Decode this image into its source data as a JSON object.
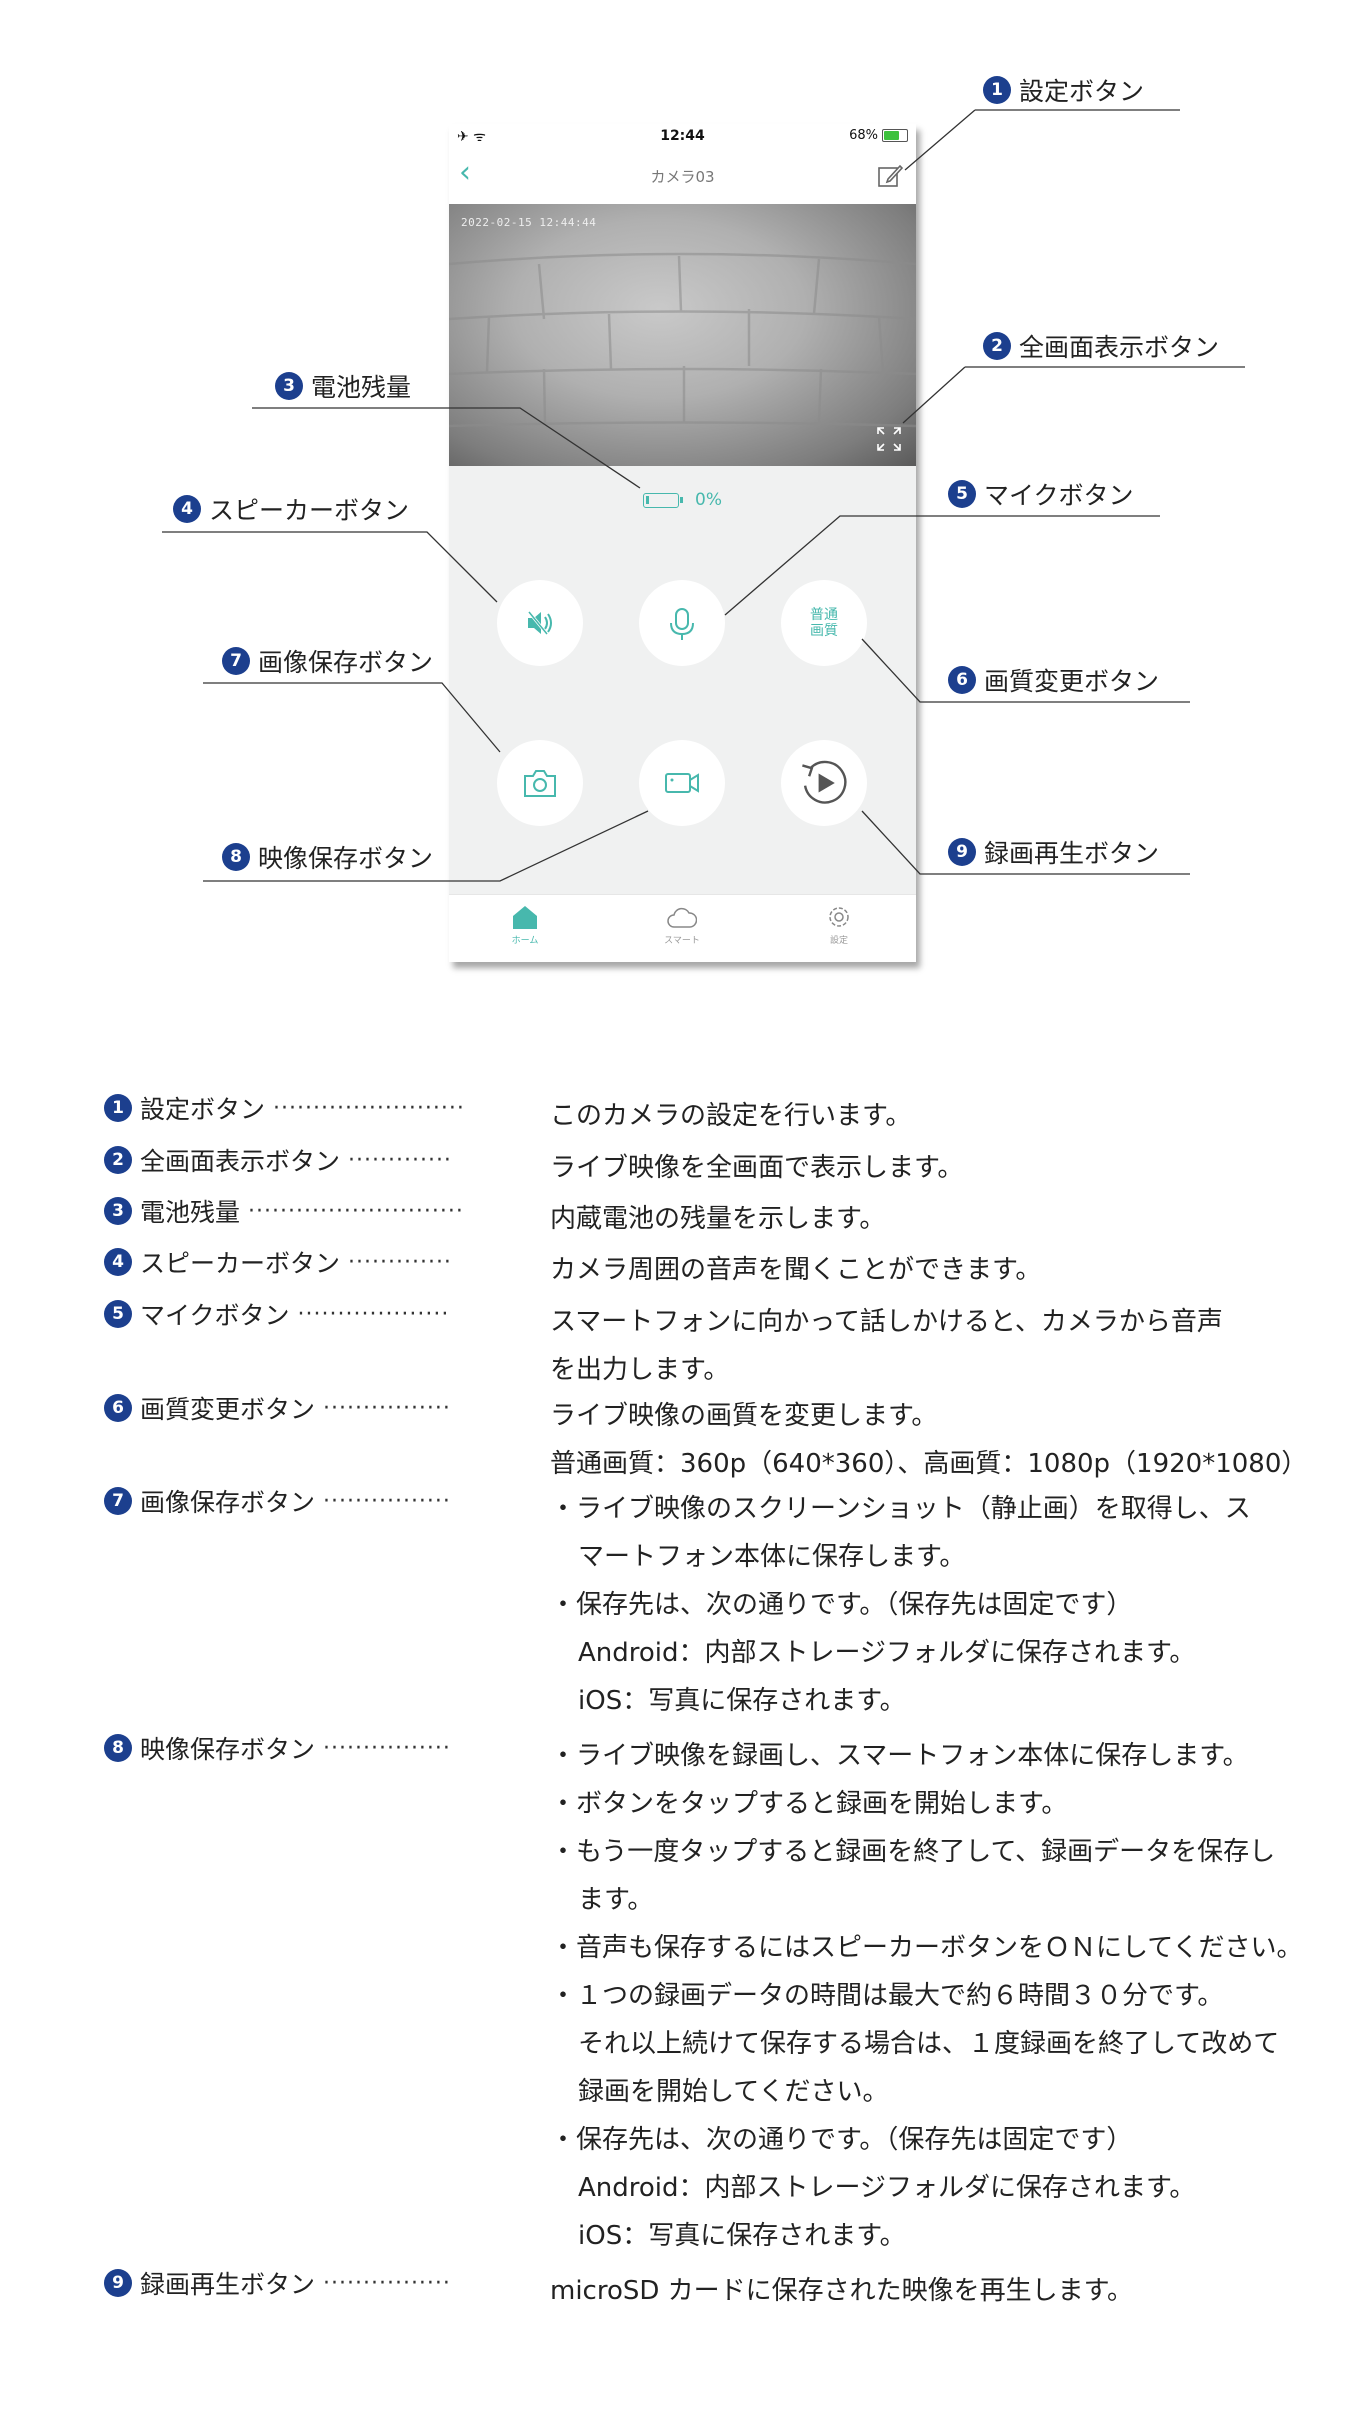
{
  "phone": {
    "status": {
      "left_icons": "✈ ᯤ",
      "time": "12:44",
      "battery": "68%"
    },
    "nav": {
      "back": "‹",
      "title": "カメラ03"
    },
    "video": {
      "timestamp": "2022-02-15 12:44:44"
    },
    "battery_percent": "0%",
    "quality_label_line1": "普通",
    "quality_label_line2": "画質",
    "tabs": [
      {
        "label": "ホーム"
      },
      {
        "label": "スマート"
      },
      {
        "label": "設定"
      }
    ]
  },
  "callouts": [
    {
      "num": "1",
      "label": "設定ボタン"
    },
    {
      "num": "2",
      "label": "全画面表示ボタン"
    },
    {
      "num": "3",
      "label": "電池残量"
    },
    {
      "num": "4",
      "label": "スピーカーボタン"
    },
    {
      "num": "5",
      "label": "マイクボタン"
    },
    {
      "num": "6",
      "label": "画質変更ボタン"
    },
    {
      "num": "7",
      "label": "画像保存ボタン"
    },
    {
      "num": "8",
      "label": "映像保存ボタン"
    },
    {
      "num": "9",
      "label": "録画再生ボタン"
    }
  ],
  "descriptions": [
    {
      "num": "1",
      "label": "設定ボタン",
      "dots": "························",
      "lines": [
        "このカメラの設定を行います。"
      ]
    },
    {
      "num": "2",
      "label": "全画面表示ボタン",
      "dots": "·············",
      "lines": [
        "ライブ映像を全画面で表示します。"
      ]
    },
    {
      "num": "3",
      "label": "電池残量",
      "dots": "···························",
      "lines": [
        "内蔵電池の残量を示します。"
      ]
    },
    {
      "num": "4",
      "label": "スピーカーボタン",
      "dots": "·············",
      "lines": [
        "カメラ周囲の音声を聞くことができます。"
      ]
    },
    {
      "num": "5",
      "label": "マイクボタン",
      "dots": "···················",
      "lines": [
        "スマートフォンに向かって話しかけると、カメラから音声",
        "を出力します。"
      ]
    },
    {
      "num": "6",
      "label": "画質変更ボタン",
      "dots": "················",
      "lines": [
        "ライブ映像の画質を変更します。",
        "普通画質：360p（640*360）、高画質：1080p（1920*1080）"
      ]
    },
    {
      "num": "7",
      "label": "画像保存ボタン",
      "dots": "················",
      "lines": [
        "・ライブ映像のスクリーンショット（静止画）を取得し、ス",
        "マートフォン本体に保存します。",
        "・保存先は、次の通りです。（保存先は固定です）",
        "Android：内部ストレージフォルダに保存されます。",
        "iOS：写真に保存されます。"
      ]
    },
    {
      "num": "8",
      "label": "映像保存ボタン",
      "dots": "················",
      "lines": [
        "・ライブ映像を録画し、スマートフォン本体に保存します。",
        "・ボタンをタップすると録画を開始します。",
        "・もう一度タップすると録画を終了して、録画データを保存し",
        "ます。",
        "・音声も保存するにはスピーカーボタンをＯＮにしてください。",
        "・１つの録画データの時間は最大で約６時間３０分です。",
        "それ以上続けて保存する場合は、１度録画を終了して改めて",
        "録画を開始してください。",
        "・保存先は、次の通りです。（保存先は固定です）",
        "Android：内部ストレージフォルダに保存されます。",
        "iOS：写真に保存されます。"
      ]
    },
    {
      "num": "9",
      "label": "録画再生ボタン",
      "dots": "················",
      "lines": [
        "microSD カードに保存された映像を再生します。"
      ]
    }
  ]
}
